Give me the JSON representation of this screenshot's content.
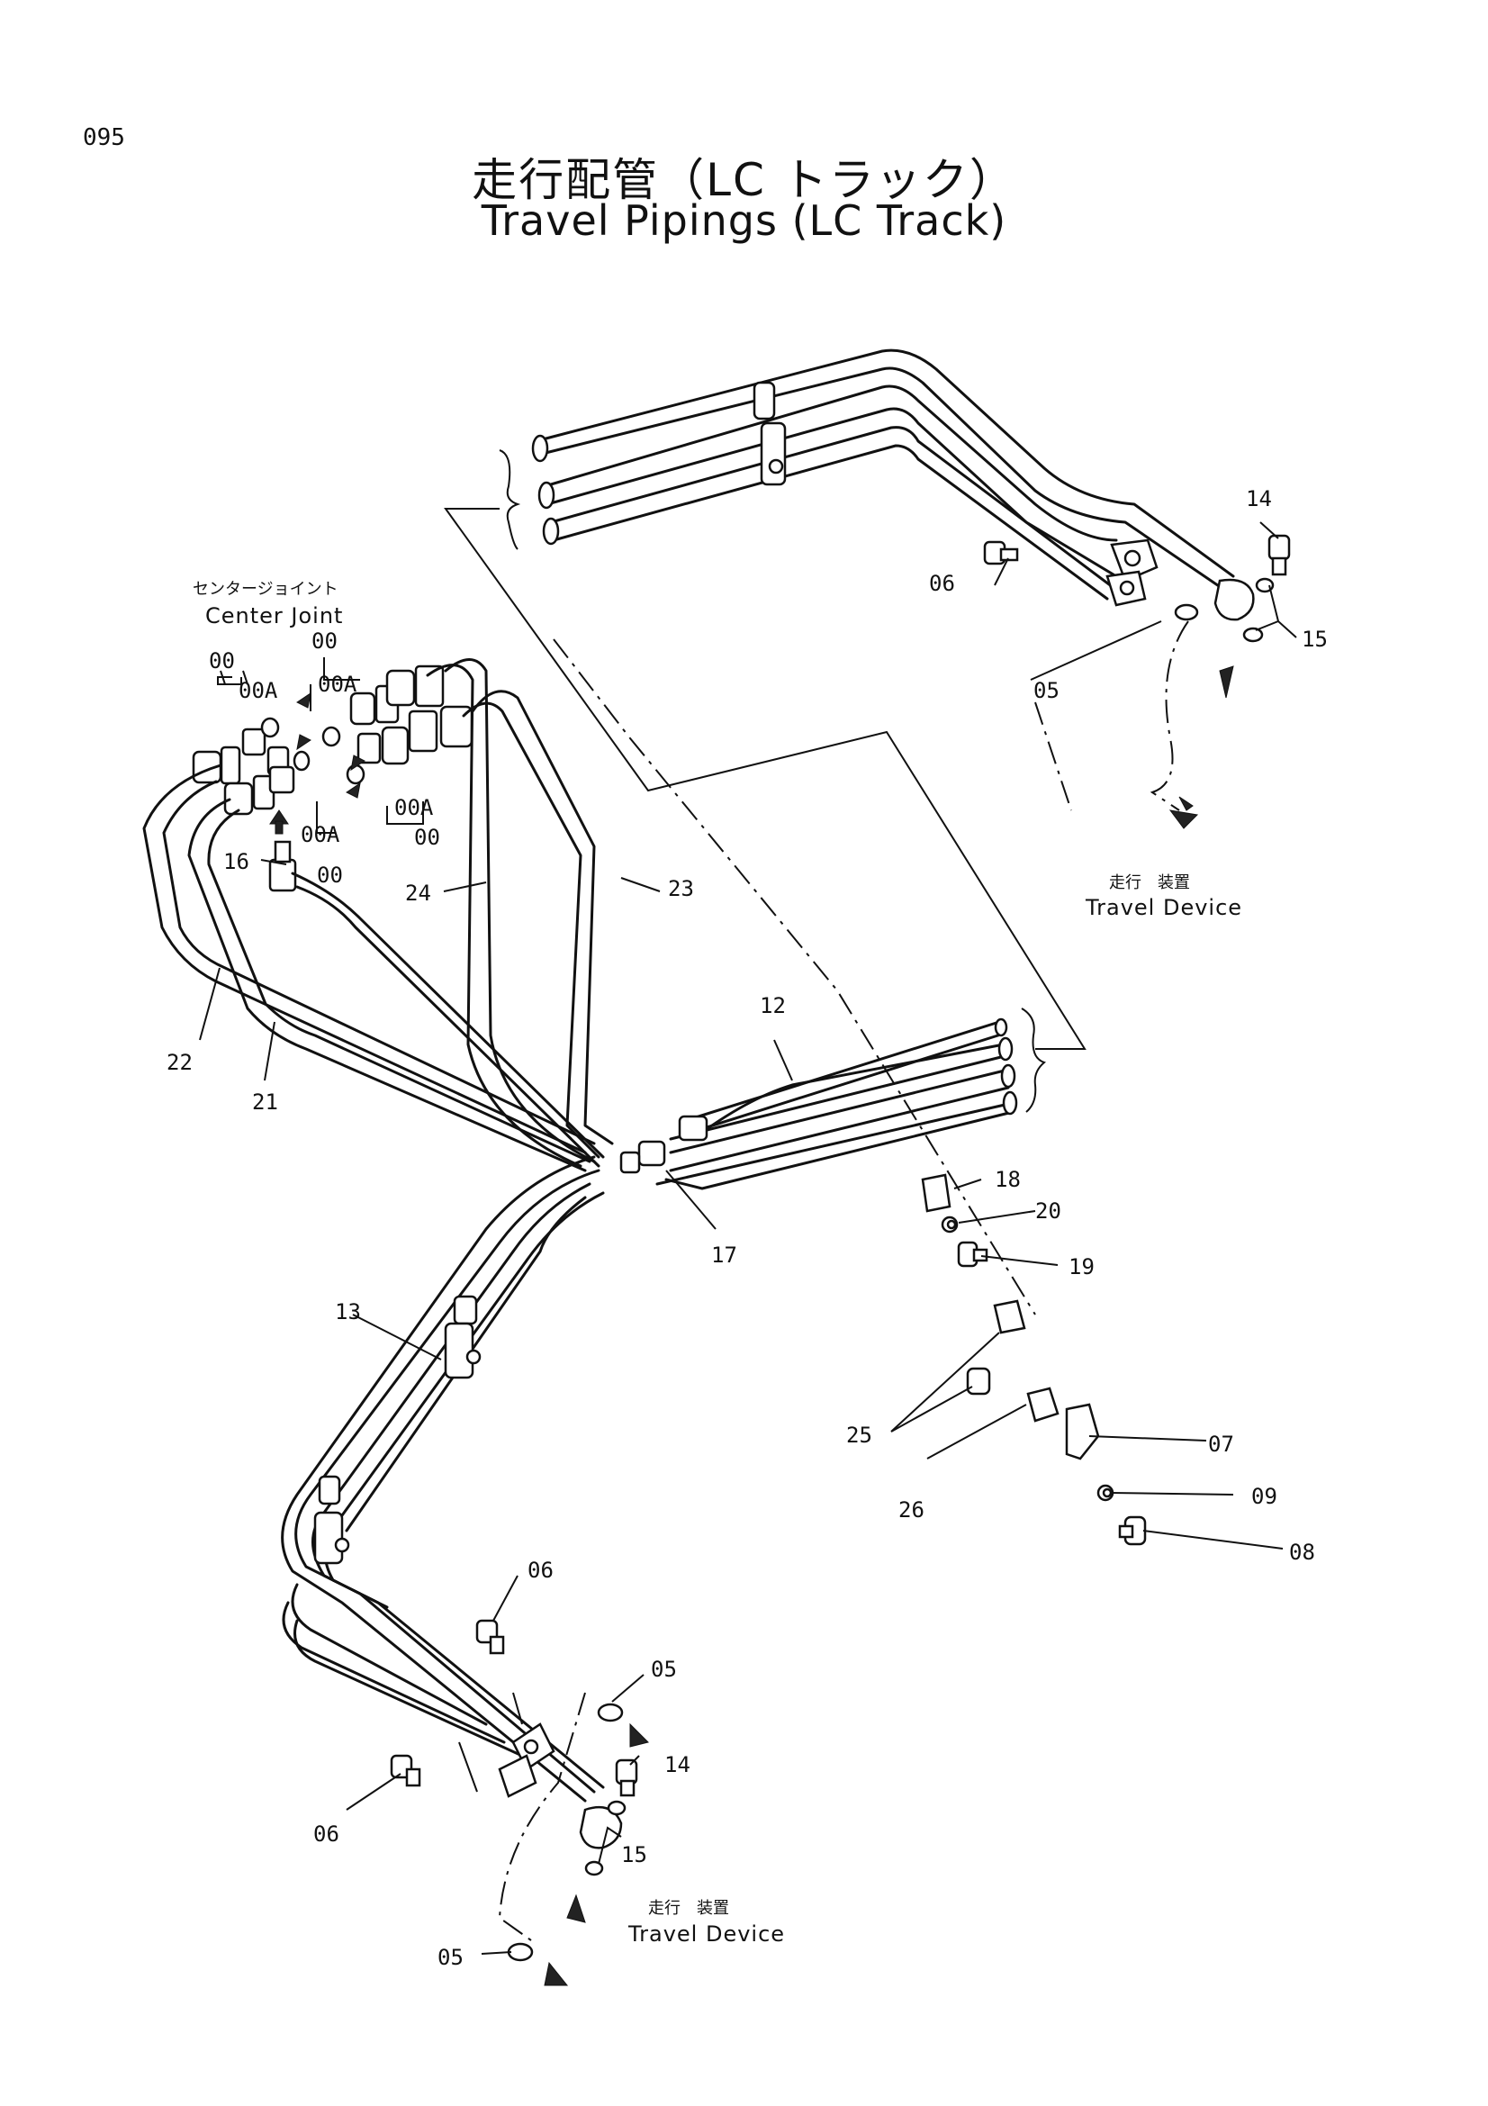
{
  "page_number": "095",
  "title_ja": "走行配管（LC トラック）",
  "title_en": "Travel Pipings (LC Track)",
  "center_joint": {
    "ja": "センタージョイント",
    "en": "Center Joint"
  },
  "travel_device_upper": {
    "ja": "走行　装置",
    "en": "Travel Device"
  },
  "travel_device_lower": {
    "ja": "走行　装置",
    "en": "Travel Device"
  },
  "callouts": {
    "p00a": "00",
    "p00b": "00",
    "p00c": "00",
    "p00d": "00",
    "p00A1": "00A",
    "p00A2": "00A",
    "p00A3": "00A",
    "p00A4": "00A",
    "p05a": "05",
    "p05b": "05",
    "p05c": "05",
    "p06a": "06",
    "p06b": "06",
    "p06c": "06",
    "p07": "07",
    "p08": "08",
    "p09": "09",
    "p12": "12",
    "p13": "13",
    "p14a": "14",
    "p14b": "14",
    "p15a": "15",
    "p15b": "15",
    "p16": "16",
    "p17": "17",
    "p18": "18",
    "p19": "19",
    "p20": "20",
    "p21": "21",
    "p22": "22",
    "p23": "23",
    "p24": "24",
    "p25": "25",
    "p26": "26"
  }
}
